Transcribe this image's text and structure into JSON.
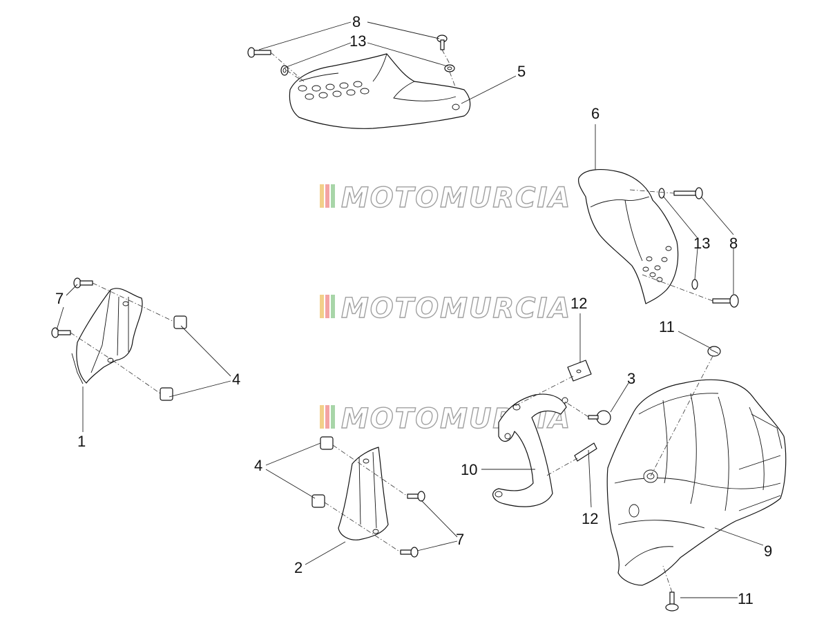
{
  "watermark": {
    "text": "MOTOMURCIA",
    "stripe_colors": [
      "#f2d08a",
      "#f3a3a3",
      "#a8d5a8"
    ],
    "outline_color": "#a0a0a0"
  },
  "callouts": {
    "c8_top": "8",
    "c13_top": "13",
    "c5": "5",
    "c6": "6",
    "c13_right": "13",
    "c8_right": "8",
    "c7_left": "7",
    "c4_left": "4",
    "c1": "1",
    "c12_top": "12",
    "c11_top": "11",
    "c3": "3",
    "c10": "10",
    "c12_bottom": "12",
    "c4_bottom": "4",
    "c7_bottom": "7",
    "c2": "2",
    "c9": "9",
    "c11_bottom": "11"
  }
}
